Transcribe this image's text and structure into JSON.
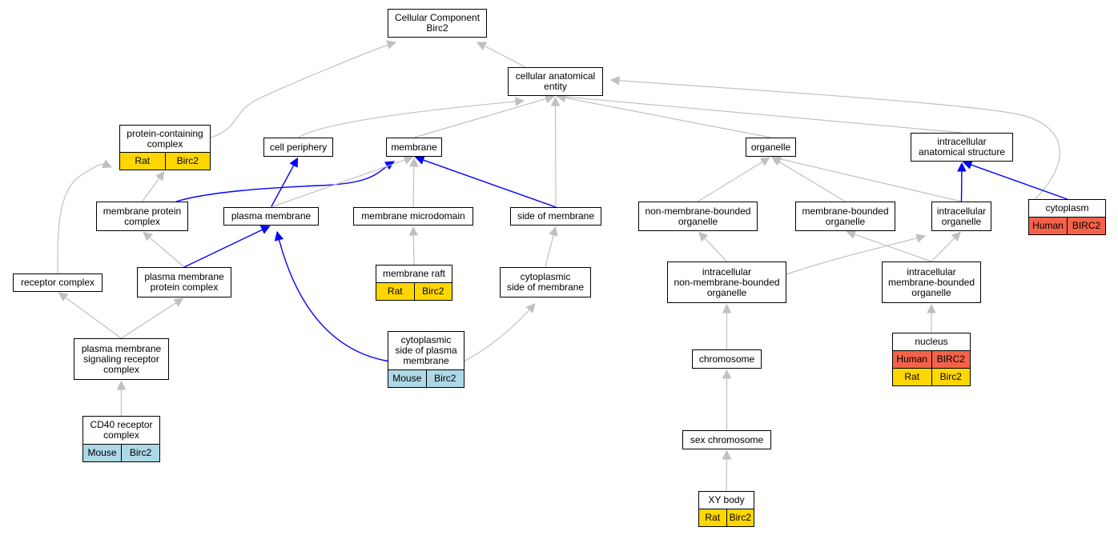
{
  "colors": {
    "is_a_edge": "#c0c0c0",
    "part_of_edge": "#0000ff",
    "human": "#f4624a",
    "rat": "#ffd700",
    "mouse": "#add8e6",
    "border": "#000000",
    "background": "#ffffff"
  },
  "nodes": [
    {
      "id": "cc",
      "label": "Cellular Component\nBirc2",
      "annotations": []
    },
    {
      "id": "cae",
      "label": "cellular anatomical\nentity",
      "annotations": []
    },
    {
      "id": "pcc",
      "label": "protein-containing\ncomplex",
      "annotations": [
        {
          "species": "Rat",
          "gene": "Birc2",
          "color": "rat"
        }
      ]
    },
    {
      "id": "cp",
      "label": "cell periphery",
      "annotations": []
    },
    {
      "id": "mem",
      "label": "membrane",
      "annotations": []
    },
    {
      "id": "org",
      "label": "organelle",
      "annotations": []
    },
    {
      "id": "ias",
      "label": "intracellular\nanatomical structure",
      "annotations": []
    },
    {
      "id": "cyto",
      "label": "cytoplasm",
      "annotations": [
        {
          "species": "Human",
          "gene": "BIRC2",
          "color": "human"
        }
      ]
    },
    {
      "id": "mpc",
      "label": "membrane protein\ncomplex",
      "annotations": []
    },
    {
      "id": "pm",
      "label": "plasma membrane",
      "annotations": []
    },
    {
      "id": "mmd",
      "label": "membrane microdomain",
      "annotations": []
    },
    {
      "id": "som",
      "label": "side of membrane",
      "annotations": []
    },
    {
      "id": "nmbo",
      "label": "non-membrane-bounded\norganelle",
      "annotations": []
    },
    {
      "id": "mbo",
      "label": "membrane-bounded\norganelle",
      "annotations": []
    },
    {
      "id": "io",
      "label": "intracellular\norganelle",
      "annotations": []
    },
    {
      "id": "rc",
      "label": "receptor complex",
      "annotations": []
    },
    {
      "id": "pmpc",
      "label": "plasma membrane\nprotein complex",
      "annotations": []
    },
    {
      "id": "mr",
      "label": "membrane raft",
      "annotations": [
        {
          "species": "Rat",
          "gene": "Birc2",
          "color": "rat"
        }
      ]
    },
    {
      "id": "csom",
      "label": "cytoplasmic\nside of membrane",
      "annotations": []
    },
    {
      "id": "inmbo",
      "label": "intracellular\nnon-membrane-bounded\norganelle",
      "annotations": []
    },
    {
      "id": "imbo",
      "label": "intracellular\nmembrane-bounded\norganelle",
      "annotations": []
    },
    {
      "id": "pmsrc",
      "label": "plasma membrane\nsignaling receptor\ncomplex",
      "annotations": []
    },
    {
      "id": "cspm",
      "label": "cytoplasmic\nside of plasma\nmembrane",
      "annotations": [
        {
          "species": "Mouse",
          "gene": "Birc2",
          "color": "mouse"
        }
      ]
    },
    {
      "id": "nuc",
      "label": "nucleus",
      "annotations": [
        {
          "species": "Human",
          "gene": "BIRC2",
          "color": "human"
        },
        {
          "species": "Rat",
          "gene": "Birc2",
          "color": "rat"
        }
      ]
    },
    {
      "id": "chr",
      "label": "chromosome",
      "annotations": []
    },
    {
      "id": "cd40",
      "label": "CD40 receptor\ncomplex",
      "annotations": [
        {
          "species": "Mouse",
          "gene": "Birc2",
          "color": "mouse"
        }
      ]
    },
    {
      "id": "sexchr",
      "label": "sex chromosome",
      "annotations": []
    },
    {
      "id": "xy",
      "label": "XY body",
      "annotations": [
        {
          "species": "Rat",
          "gene": "Birc2",
          "color": "rat"
        }
      ]
    }
  ],
  "edges": [
    {
      "from": "cae",
      "to": "cc",
      "type": "is_a"
    },
    {
      "from": "pcc",
      "to": "cc",
      "type": "is_a"
    },
    {
      "from": "cp",
      "to": "cae",
      "type": "is_a"
    },
    {
      "from": "mem",
      "to": "cae",
      "type": "is_a"
    },
    {
      "from": "som",
      "to": "cae",
      "type": "is_a"
    },
    {
      "from": "org",
      "to": "cae",
      "type": "is_a"
    },
    {
      "from": "ias",
      "to": "cae",
      "type": "is_a"
    },
    {
      "from": "cyto",
      "to": "cae",
      "type": "is_a"
    },
    {
      "from": "mpc",
      "to": "pcc",
      "type": "is_a"
    },
    {
      "from": "rc",
      "to": "pcc",
      "type": "is_a"
    },
    {
      "from": "mpc",
      "to": "mem",
      "type": "part_of"
    },
    {
      "from": "pm",
      "to": "cp",
      "type": "part_of"
    },
    {
      "from": "pm",
      "to": "mem",
      "type": "is_a"
    },
    {
      "from": "mmd",
      "to": "mem",
      "type": "is_a"
    },
    {
      "from": "som",
      "to": "mem",
      "type": "part_of"
    },
    {
      "from": "nmbo",
      "to": "org",
      "type": "is_a"
    },
    {
      "from": "mbo",
      "to": "org",
      "type": "is_a"
    },
    {
      "from": "io",
      "to": "org",
      "type": "is_a"
    },
    {
      "from": "io",
      "to": "ias",
      "type": "part_of"
    },
    {
      "from": "cyto",
      "to": "ias",
      "type": "part_of"
    },
    {
      "from": "pmpc",
      "to": "mpc",
      "type": "is_a"
    },
    {
      "from": "pmpc",
      "to": "pm",
      "type": "part_of"
    },
    {
      "from": "mr",
      "to": "mmd",
      "type": "is_a"
    },
    {
      "from": "csom",
      "to": "som",
      "type": "is_a"
    },
    {
      "from": "inmbo",
      "to": "nmbo",
      "type": "is_a"
    },
    {
      "from": "inmbo",
      "to": "io",
      "type": "is_a"
    },
    {
      "from": "imbo",
      "to": "mbo",
      "type": "is_a"
    },
    {
      "from": "imbo",
      "to": "io",
      "type": "is_a"
    },
    {
      "from": "pmsrc",
      "to": "rc",
      "type": "is_a"
    },
    {
      "from": "pmsrc",
      "to": "pmpc",
      "type": "is_a"
    },
    {
      "from": "cspm",
      "to": "pm",
      "type": "part_of"
    },
    {
      "from": "cspm",
      "to": "csom",
      "type": "is_a"
    },
    {
      "from": "nuc",
      "to": "imbo",
      "type": "is_a"
    },
    {
      "from": "chr",
      "to": "inmbo",
      "type": "is_a"
    },
    {
      "from": "cd40",
      "to": "pmsrc",
      "type": "is_a"
    },
    {
      "from": "sexchr",
      "to": "chr",
      "type": "is_a"
    },
    {
      "from": "xy",
      "to": "sexchr",
      "type": "is_a"
    }
  ]
}
